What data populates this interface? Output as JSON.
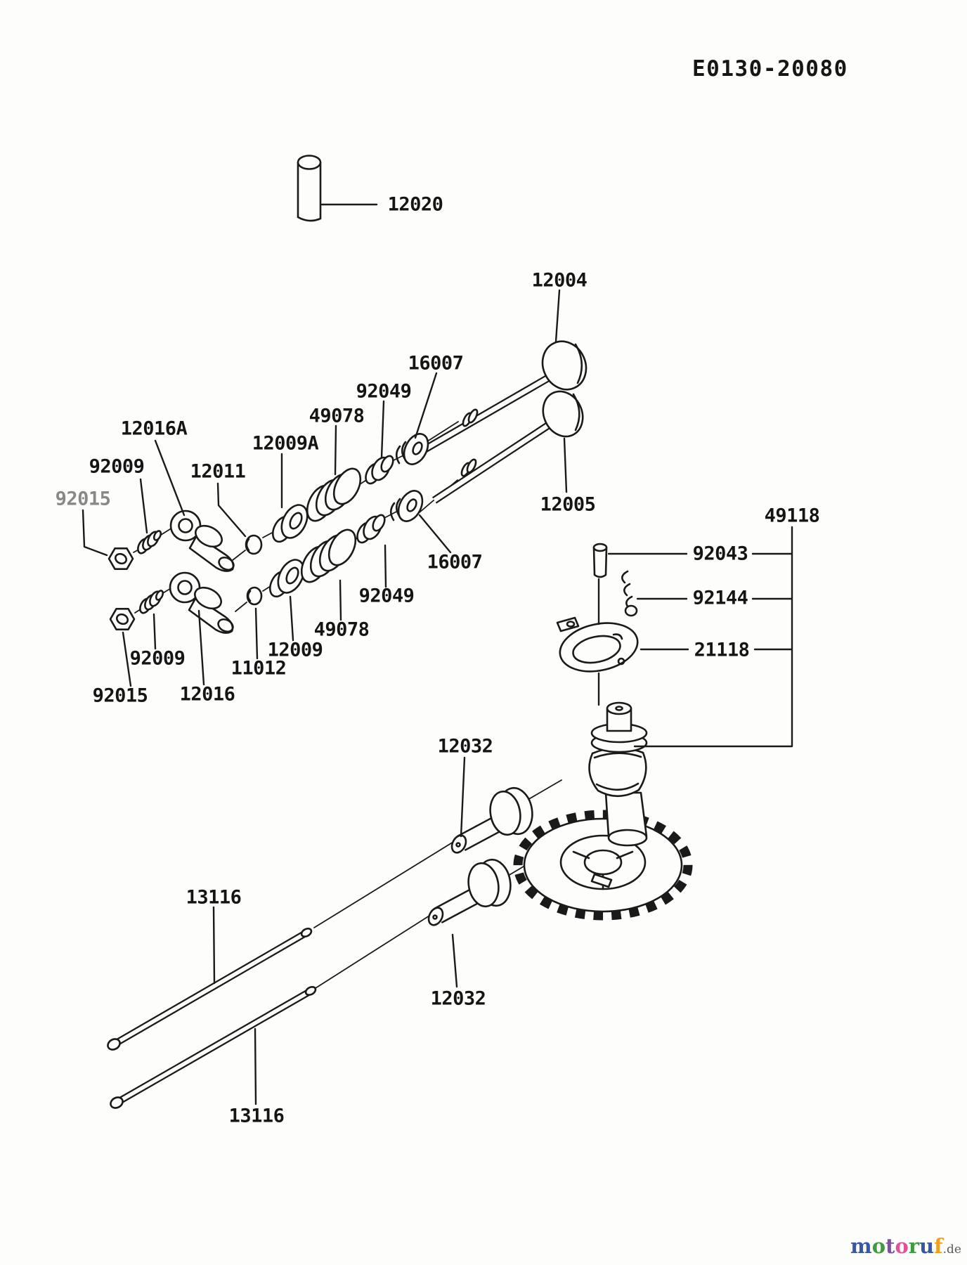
{
  "header": {
    "code": "E0130-20080"
  },
  "diagram": {
    "ink_color": "#1a1a1a",
    "background_color": "#fdfdfb"
  },
  "labels": [
    {
      "text": "12020"
    },
    {
      "text": "12004"
    },
    {
      "text": "16007"
    },
    {
      "text": "92049"
    },
    {
      "text": "49078"
    },
    {
      "text": "12009A"
    },
    {
      "text": "12016A"
    },
    {
      "text": "92009"
    },
    {
      "text": "92015"
    },
    {
      "text": "12011"
    },
    {
      "text": "12005"
    },
    {
      "text": "16007"
    },
    {
      "text": "92049"
    },
    {
      "text": "49078"
    },
    {
      "text": "12009"
    },
    {
      "text": "11012"
    },
    {
      "text": "12016"
    },
    {
      "text": "92009"
    },
    {
      "text": "92015"
    },
    {
      "text": "49118"
    },
    {
      "text": "92043"
    },
    {
      "text": "92144"
    },
    {
      "text": "21118"
    },
    {
      "text": "12032"
    },
    {
      "text": "13116"
    },
    {
      "text": "12032"
    },
    {
      "text": "13116"
    }
  ],
  "watermark": {
    "letters": [
      {
        "ch": "m",
        "color": "#3558a8"
      },
      {
        "ch": "o",
        "color": "#3d9c3d"
      },
      {
        "ch": "t",
        "color": "#7d4fa6"
      },
      {
        "ch": "o",
        "color": "#e0529c"
      },
      {
        "ch": "r",
        "color": "#3d9c3d"
      },
      {
        "ch": "u",
        "color": "#3558a8"
      },
      {
        "ch": "f",
        "color": "#f0a01e"
      }
    ],
    "suffix": {
      "text": ".de",
      "color": "#5a5a5a"
    }
  }
}
